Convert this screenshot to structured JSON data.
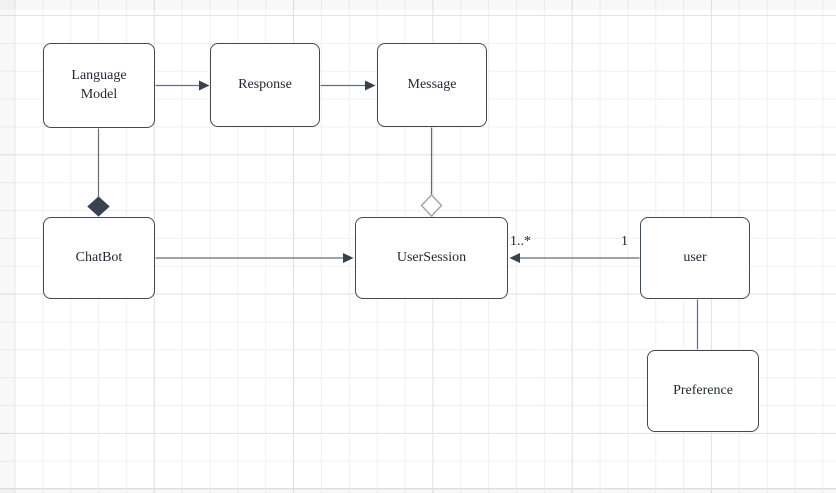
{
  "diagram": {
    "nodes": {
      "language_model": {
        "label": "Language Model"
      },
      "response": {
        "label": "Response"
      },
      "message": {
        "label": "Message"
      },
      "chatbot": {
        "label": "ChatBot"
      },
      "user_session": {
        "label": "UserSession"
      },
      "user": {
        "label": "user"
      },
      "preference": {
        "label": "Preference"
      }
    },
    "edge_labels": {
      "user_session_multiplicity": "1..*",
      "user_multiplicity": "1"
    },
    "edges": [
      {
        "from": "Language Model",
        "to": "Response",
        "type": "directed-arrow"
      },
      {
        "from": "Response",
        "to": "Message",
        "type": "directed-arrow"
      },
      {
        "from": "Language Model",
        "to": "ChatBot",
        "type": "composition-filled-diamond"
      },
      {
        "from": "Message",
        "to": "UserSession",
        "type": "aggregation-hollow-diamond"
      },
      {
        "from": "ChatBot",
        "to": "UserSession",
        "type": "directed-arrow"
      },
      {
        "from": "user",
        "to": "UserSession",
        "type": "directed-arrow",
        "source_multiplicity": "1",
        "target_multiplicity": "1..*"
      },
      {
        "from": "user",
        "to": "Preference",
        "type": "association-plain-line"
      }
    ],
    "colors": {
      "canvas_background": "#ffffff",
      "grid_minor": "#f0f0f0",
      "grid_major": "#e3e3e3",
      "node_fill": "#ffffff",
      "node_border": "#3f4a59",
      "edge_stroke": "#646d7a",
      "arrow_fill": "#39414f",
      "composition_diamond_fill": "#3a4252",
      "aggregation_diamond_stroke": "#9aa0aa",
      "text": "#232a35"
    }
  }
}
